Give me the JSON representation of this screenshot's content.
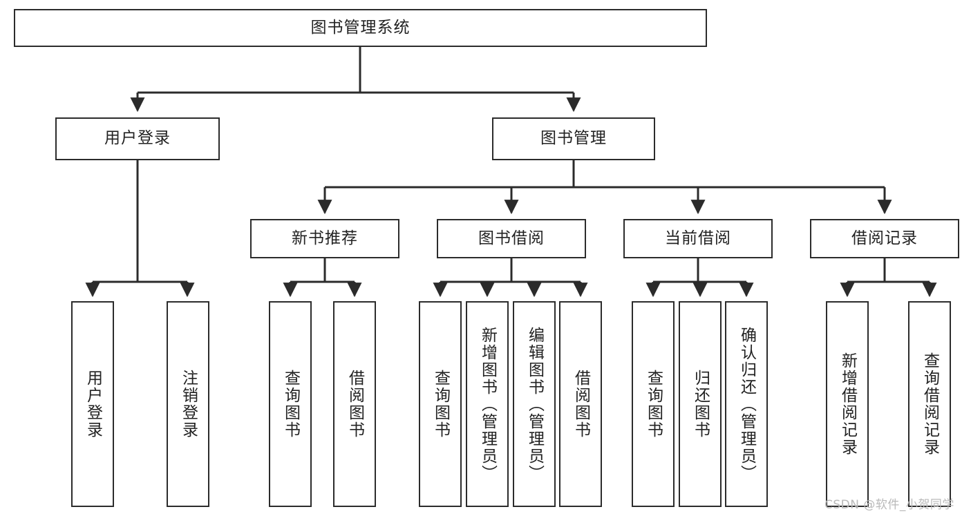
{
  "diagram": {
    "title": "图书管理系统",
    "type": "tree-hierarchy",
    "orientation": "top-down",
    "stroke_color": "#2b2b2b",
    "fill_color": "#ffffff",
    "background": "#ffffff"
  },
  "nodes": {
    "root": {
      "label": "图书管理系统"
    },
    "level2": [
      {
        "label": "用户登录"
      },
      {
        "label": "图书管理"
      }
    ],
    "level3": [
      {
        "label": "新书推荐"
      },
      {
        "label": "图书借阅"
      },
      {
        "label": "当前借阅"
      },
      {
        "label": "借阅记录"
      }
    ],
    "leaves_user_login": [
      {
        "label": "用户登录"
      },
      {
        "label": "注销登录"
      }
    ],
    "leaves_new_books": [
      {
        "label": "查询图书"
      },
      {
        "label": "借阅图书"
      }
    ],
    "leaves_borrow": [
      {
        "label": "查询图书"
      },
      {
        "label": "新增图书（管理员）"
      },
      {
        "label": "编辑图书（管理员）"
      },
      {
        "label": "借阅图书"
      }
    ],
    "leaves_current": [
      {
        "label": "查询图书"
      },
      {
        "label": "归还图书"
      },
      {
        "label": "确认归还（管理员）"
      }
    ],
    "leaves_records": [
      {
        "label": "新增借阅记录"
      },
      {
        "label": "查询借阅记录"
      }
    ]
  },
  "watermark": {
    "text": "CSDN @软件_小贺同学"
  }
}
